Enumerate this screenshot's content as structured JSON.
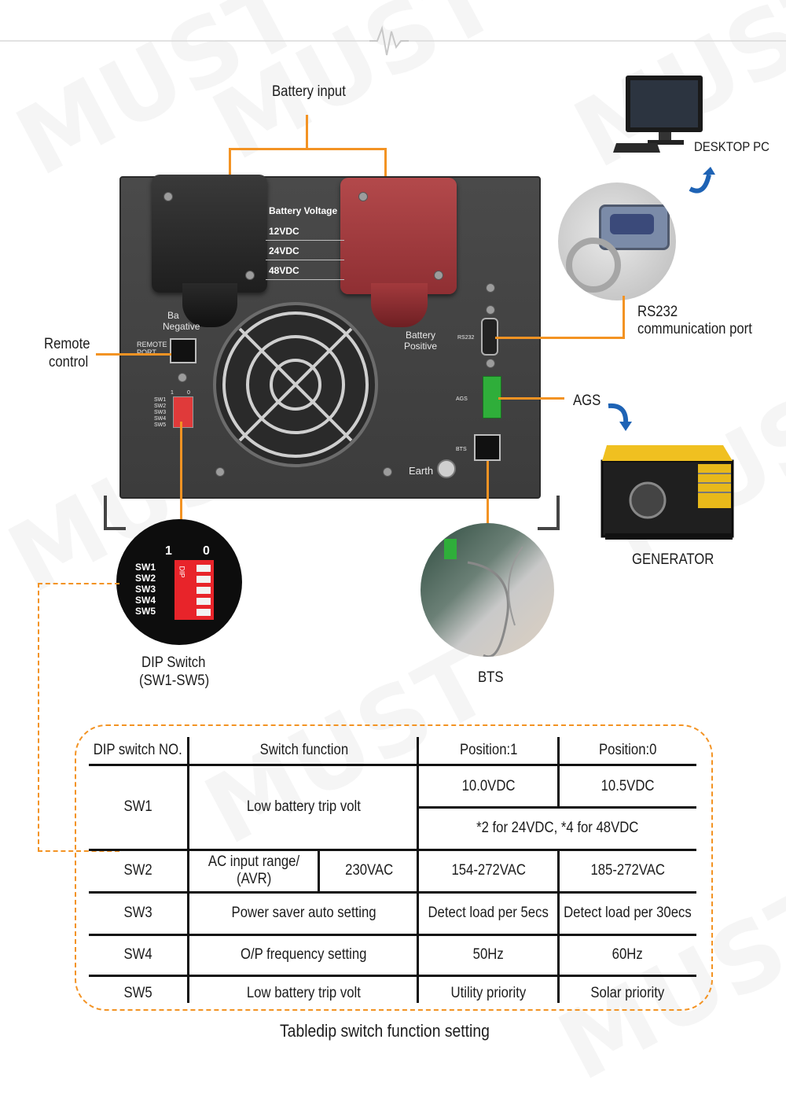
{
  "labels": {
    "battery_input": "Battery input",
    "desktop_pc": "DESKTOP PC",
    "rs232_line1": "RS232",
    "rs232_line2": "communication port",
    "remote_line1": "Remote",
    "remote_line2": "control",
    "ags": "AGS",
    "generator": "GENERATOR",
    "dip_line1": "DIP Switch",
    "dip_line2": "(SW1-SW5)",
    "bts": "BTS",
    "caption": "Tabledip switch function setting"
  },
  "device": {
    "battery_voltage_title": "Battery Voltage",
    "voltages": [
      "12VDC",
      "24VDC",
      "48VDC"
    ],
    "neg_line1": "Ba",
    "neg_line2": "Negative",
    "pos_line1": "Battery",
    "pos_line2": "Positive",
    "remote_port_line1": "REMOTE",
    "remote_port_line2": "PORT",
    "rs232_port": "RS232",
    "ags_port": "AGS",
    "bts_port": "BTS",
    "earth": "Earth",
    "sw_labels": [
      "SW1",
      "SW2",
      "SW3",
      "SW4",
      "SW5"
    ],
    "on_label": "1",
    "off_label": "0"
  },
  "dip_closeup": {
    "one": "1",
    "zero": "0",
    "sw_labels": [
      "SW1",
      "SW2",
      "SW3",
      "SW4",
      "SW5"
    ],
    "dip_text": "DIP"
  },
  "watermark": "MUST",
  "table": {
    "headers": [
      "DIP switch NO.",
      "Switch function",
      "Position:1",
      "Position:0"
    ],
    "sw1": {
      "no": "SW1",
      "function": "Low battery trip volt",
      "pos1": "10.0VDC",
      "pos0": "10.5VDC",
      "note": "*2 for 24VDC, *4 for 48VDC"
    },
    "sw2": {
      "no": "SW2",
      "function_line1": "AC input range/",
      "function_line2": "(AVR)",
      "voltage": "230VAC",
      "pos1": "154-272VAC",
      "pos0": "185-272VAC"
    },
    "sw3": {
      "no": "SW3",
      "function": "Power saver auto setting",
      "pos1": "Detect load per 5ecs",
      "pos0": "Detect load per 30ecs"
    },
    "sw4": {
      "no": "SW4",
      "function": "O/P frequency setting",
      "pos1": "50Hz",
      "pos0": "60Hz"
    },
    "sw5": {
      "no": "SW5",
      "function": "Low battery trip volt",
      "pos1": "Utility priority",
      "pos0": "Solar priority"
    }
  },
  "colors": {
    "accent": "#f39323",
    "arrow": "#1e63b5",
    "terminal": "#2fae3a",
    "positive_cap": "#a23c3f"
  }
}
